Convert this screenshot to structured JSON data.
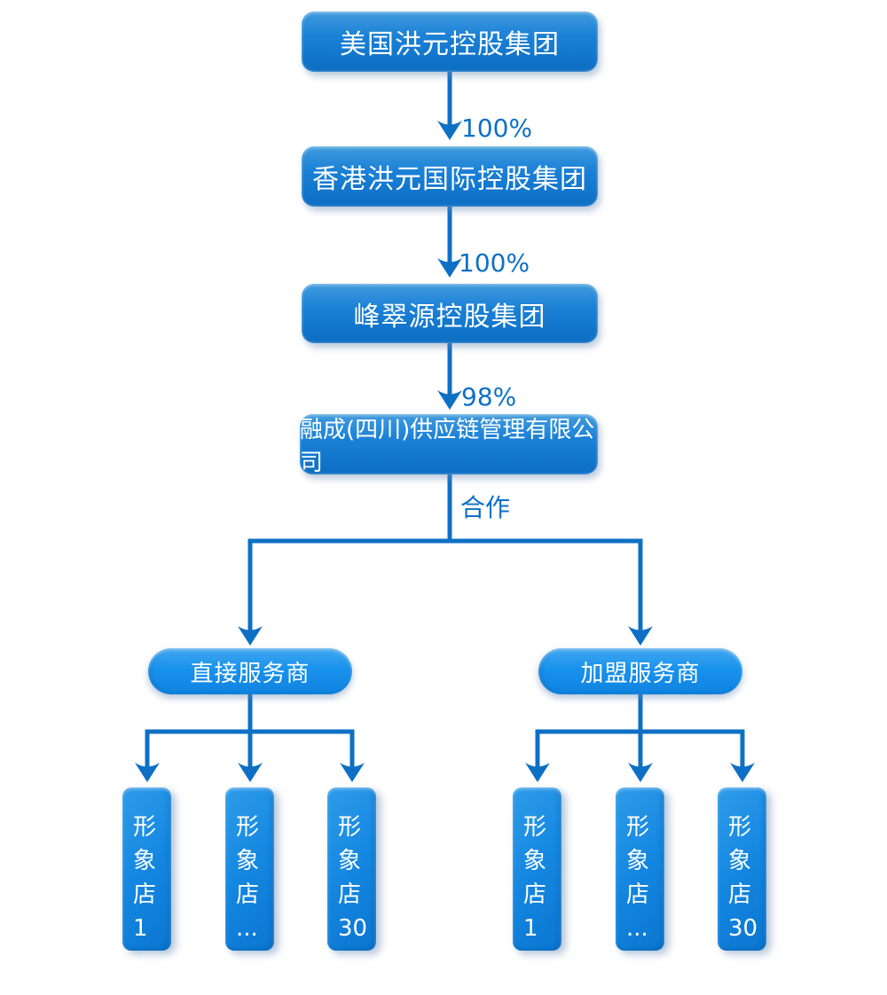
{
  "palette": {
    "line": "#0d70c5",
    "label": "#0d70c5",
    "node-top": "#3f9bdd",
    "node-mid": "#1a80d6",
    "node-bottom": "#0c6ec3",
    "pill-top": "#42a7f0",
    "pill-mid": "#1892ec",
    "pill-bottom": "#0f83e0",
    "vbox-top": "#2f9ce9",
    "vbox-mid": "#1487e1",
    "vbox-bottom": "#0b76d0",
    "text": "#ffffff",
    "background": "#ffffff"
  },
  "chain": [
    {
      "label": "美国洪元控股集团"
    },
    {
      "label": "香港洪元国际控股集团",
      "ownership": "100%"
    },
    {
      "label": "峰翠源控股集团",
      "ownership": "100%"
    },
    {
      "label": "融成(四川)供应链管理有限公司",
      "ownership": "98%"
    }
  ],
  "cooperation_label": "合作",
  "branches": {
    "left": {
      "label": "直接服务商",
      "stores": [
        {
          "chars": [
            "形",
            "象",
            "店",
            "1"
          ]
        },
        {
          "chars": [
            "形",
            "象",
            "店",
            "..."
          ]
        },
        {
          "chars": [
            "形",
            "象",
            "店",
            "30"
          ]
        }
      ]
    },
    "right": {
      "label": "加盟服务商",
      "stores": [
        {
          "chars": [
            "形",
            "象",
            "店",
            "1"
          ]
        },
        {
          "chars": [
            "形",
            "象",
            "店",
            "..."
          ]
        },
        {
          "chars": [
            "形",
            "象",
            "店",
            "30"
          ]
        }
      ]
    }
  }
}
